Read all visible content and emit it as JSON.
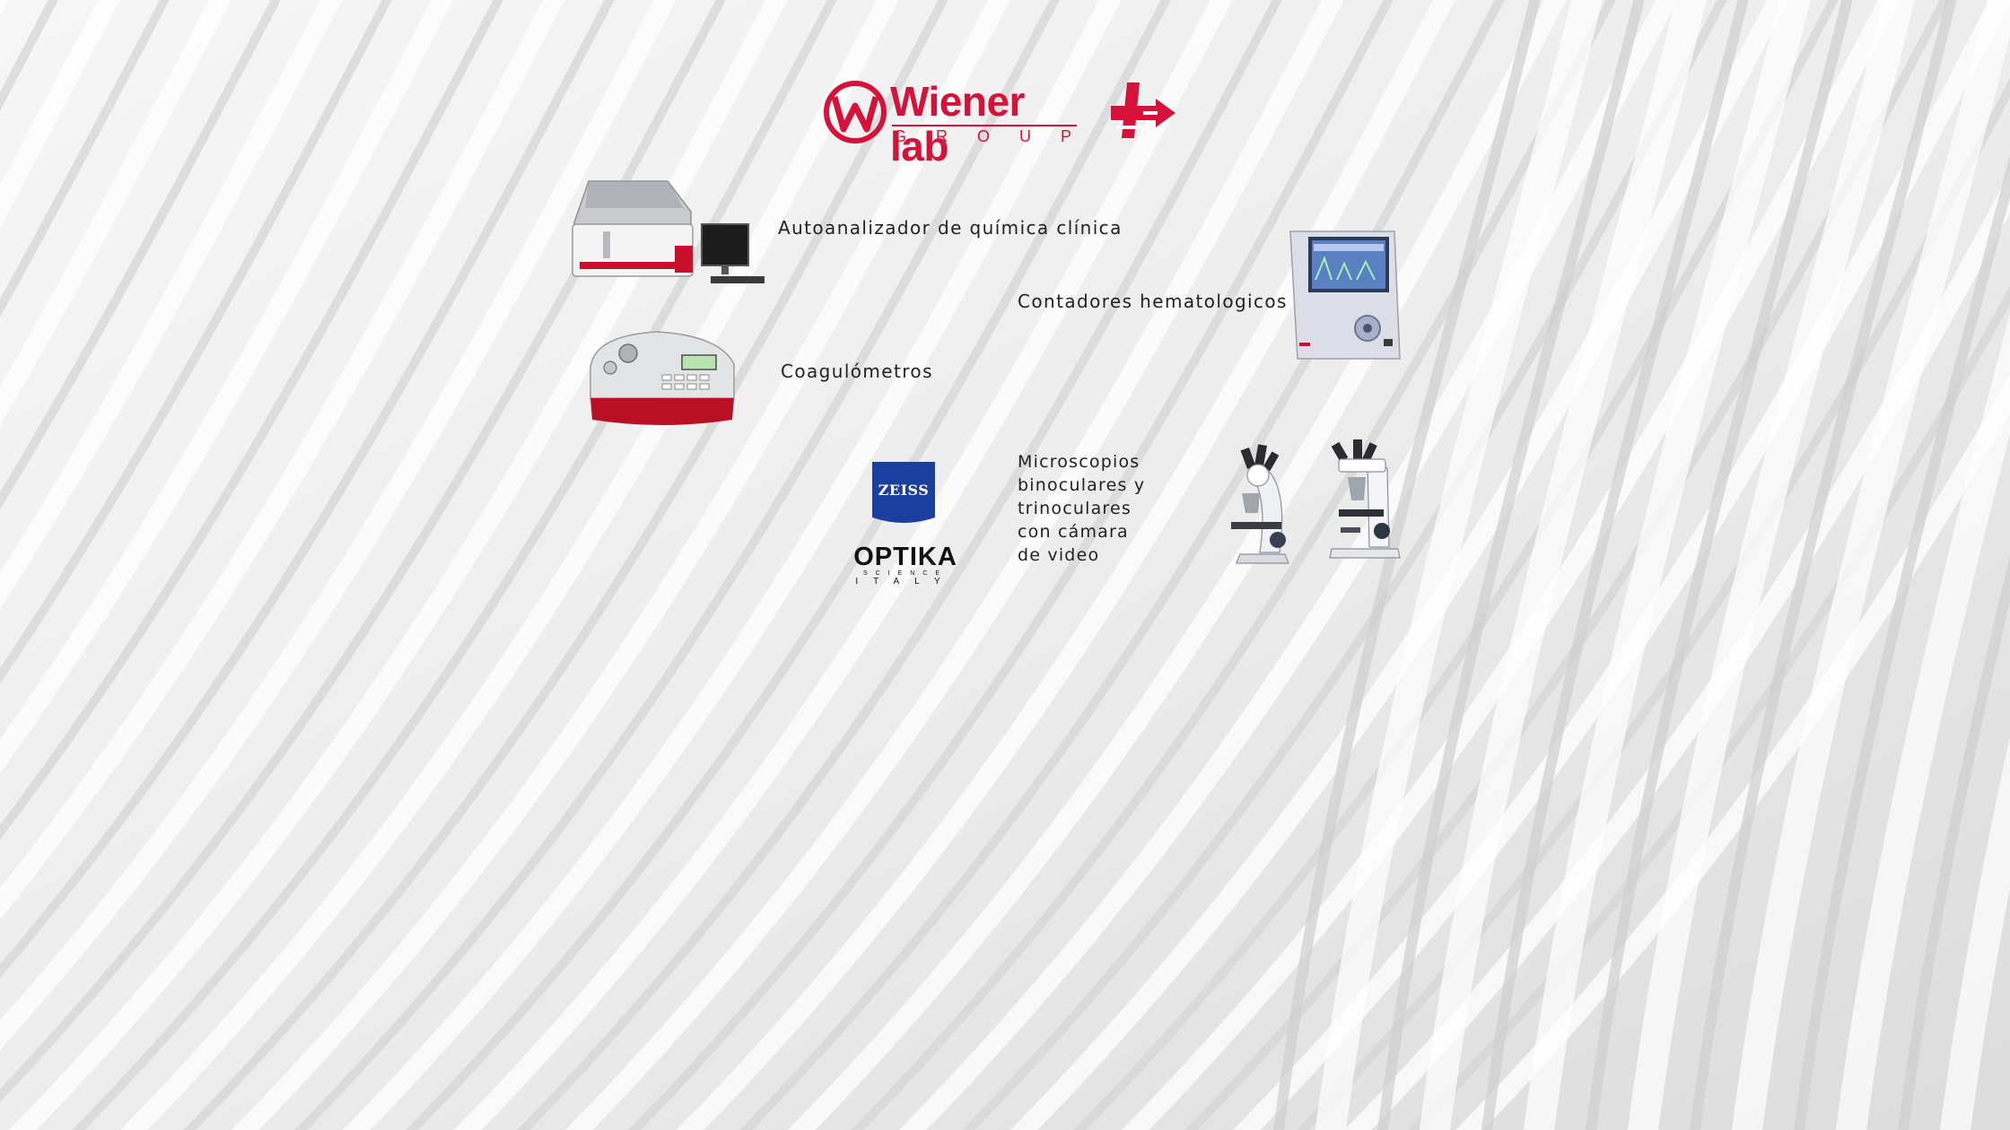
{
  "header": {
    "brand_name": "Wiener lab",
    "brand_group": "GROUP",
    "partner_logo_icon": "arrow-cross-logo"
  },
  "products": {
    "chemistry": {
      "label": "Autoanalizador de química clínica",
      "icon": "chemistry-analyzer-image"
    },
    "hematology": {
      "label": "Contadores hematologicos",
      "icon": "hematology-counter-image"
    },
    "coagulation": {
      "label": "Coagulómetros",
      "icon": "coagulometer-image"
    },
    "microscopes": {
      "lines": [
        "Microscopios",
        "binoculares y",
        "trinoculares",
        "con cámara",
        "de video"
      ],
      "icon": "microscope-image"
    }
  },
  "brands": {
    "zeiss": "ZEISS",
    "optika": "OPTIKA",
    "optika_sub1": "SCIENCE",
    "optika_sub2": "ITALY"
  },
  "colors": {
    "brand_red": "#d4123a",
    "zeiss_blue": "#1a3f9e",
    "background": "#ececec"
  }
}
